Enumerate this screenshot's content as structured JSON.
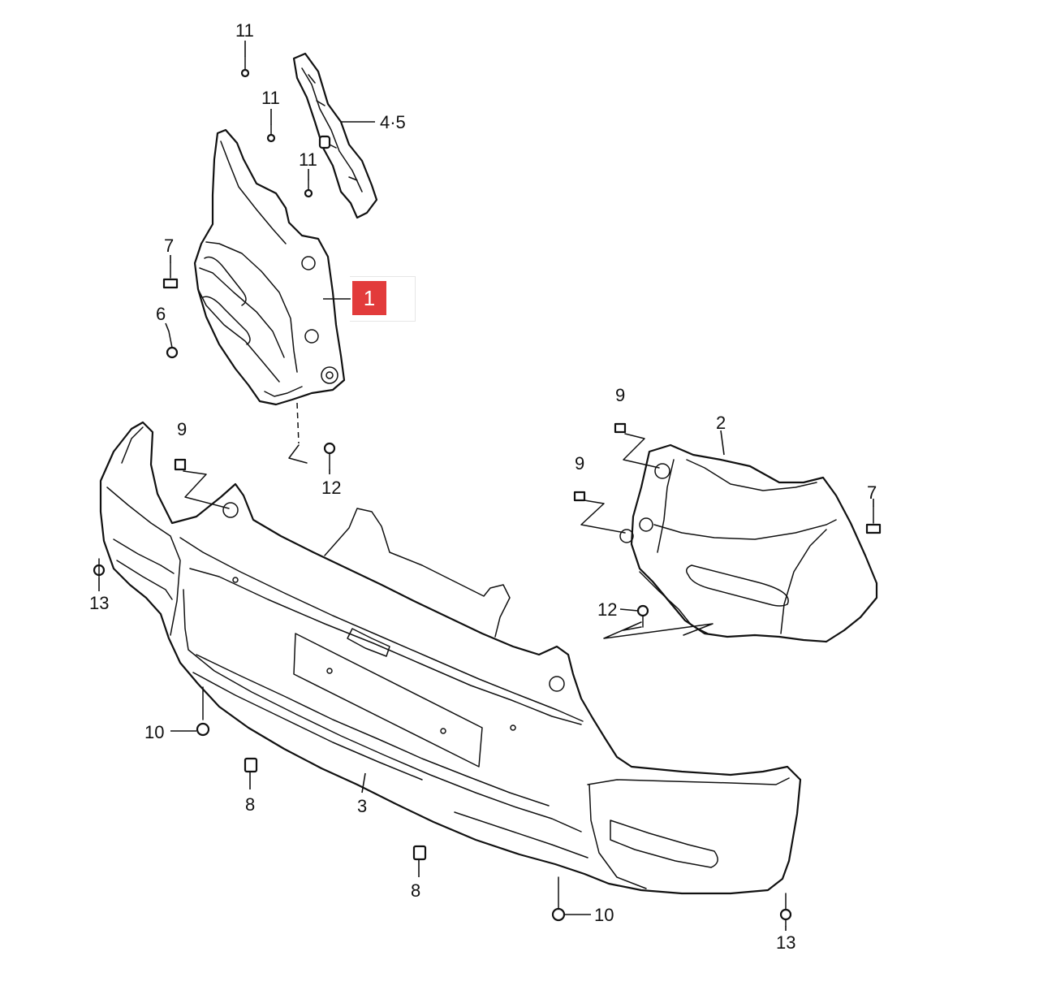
{
  "callouts": {
    "c11_top": "11",
    "c11_mid": "11",
    "c11_low": "11",
    "c4_5": "4·5",
    "c7_left": "7",
    "c6": "6",
    "c1": "1",
    "c9_left": "9",
    "c12_left": "12",
    "c9_right_top": "9",
    "c2": "2",
    "c9_right_low": "9",
    "c7_right": "7",
    "c12_right": "12",
    "c13_left": "13",
    "c10_left": "10",
    "c8_upper": "8",
    "c3": "3",
    "c8_lower": "8",
    "c10_right": "10",
    "c13_right": "13"
  },
  "colors": {
    "line": "#111111",
    "highlight": "#e23b3b",
    "background": "#ffffff"
  }
}
